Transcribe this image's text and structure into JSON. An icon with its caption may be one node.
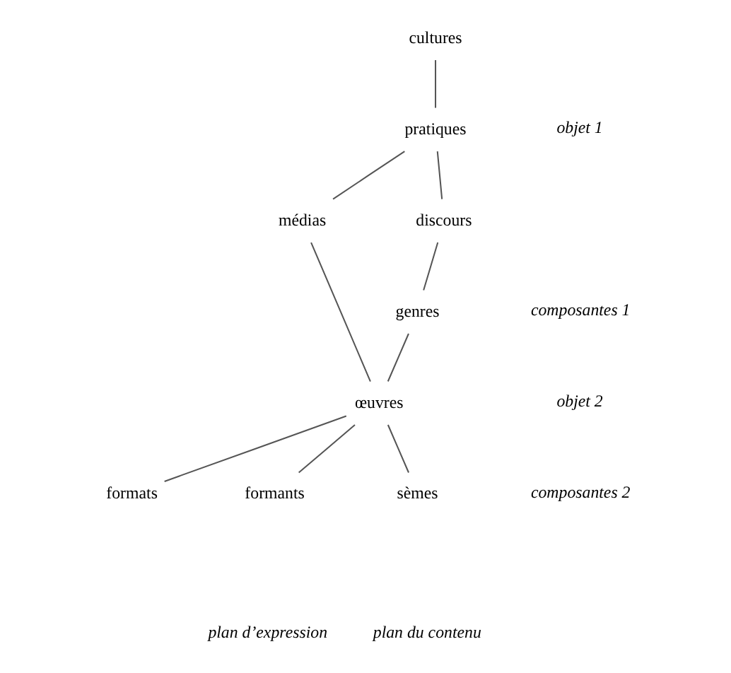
{
  "diagram": {
    "nodes": [
      {
        "text": [
          "cultures"
        ]
      },
      {
        "text": [
          "pratiques"
        ]
      },
      {
        "text": [
          "médias"
        ]
      },
      {
        "text": [
          "discours"
        ]
      },
      {
        "text": [
          "genres"
        ]
      },
      {
        "text": [
          "œuvres"
        ]
      },
      {
        "text": [
          "formats"
        ]
      },
      {
        "text": [
          "formants"
        ]
      },
      {
        "text": [
          "sèmes"
        ]
      }
    ],
    "edges": [
      {
        "from": 0,
        "to": 1,
        "arrow": "none"
      },
      {
        "from": 1,
        "to": 2,
        "arrow": "none"
      },
      {
        "from": 1,
        "to": 3,
        "arrow": "none"
      },
      {
        "from": 3,
        "to": 4,
        "arrow": "none"
      },
      {
        "from": 2,
        "to": 5,
        "arrow": "none"
      },
      {
        "from": 4,
        "to": 5,
        "arrow": "none"
      },
      {
        "from": 5,
        "to": 6,
        "arrow": "none"
      },
      {
        "from": 5,
        "to": 7,
        "arrow": "none"
      },
      {
        "from": 5,
        "to": 8,
        "arrow": "none"
      }
    ],
    "labels": [
      "objet 1",
      "composantes 1",
      "objet 2",
      "composantes 2",
      "plan d’expression",
      "plan du contenu"
    ]
  }
}
